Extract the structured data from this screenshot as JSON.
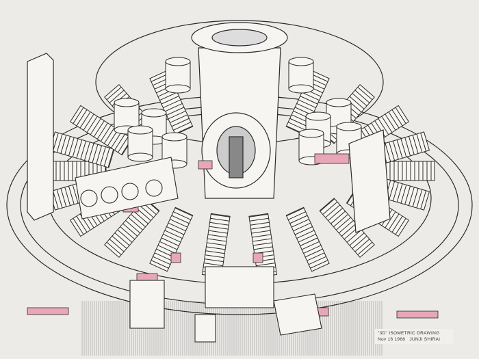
{
  "artwork": {
    "caption": {
      "title": "\"3D\" ISOMETRIC DRAWING",
      "date": "Nov 16 1968",
      "artist": "JUNJI SHIRAI"
    },
    "colors": {
      "paper": "#ecebe8",
      "ink": "#2a2a2a",
      "accent": "#e8a7b8"
    }
  }
}
